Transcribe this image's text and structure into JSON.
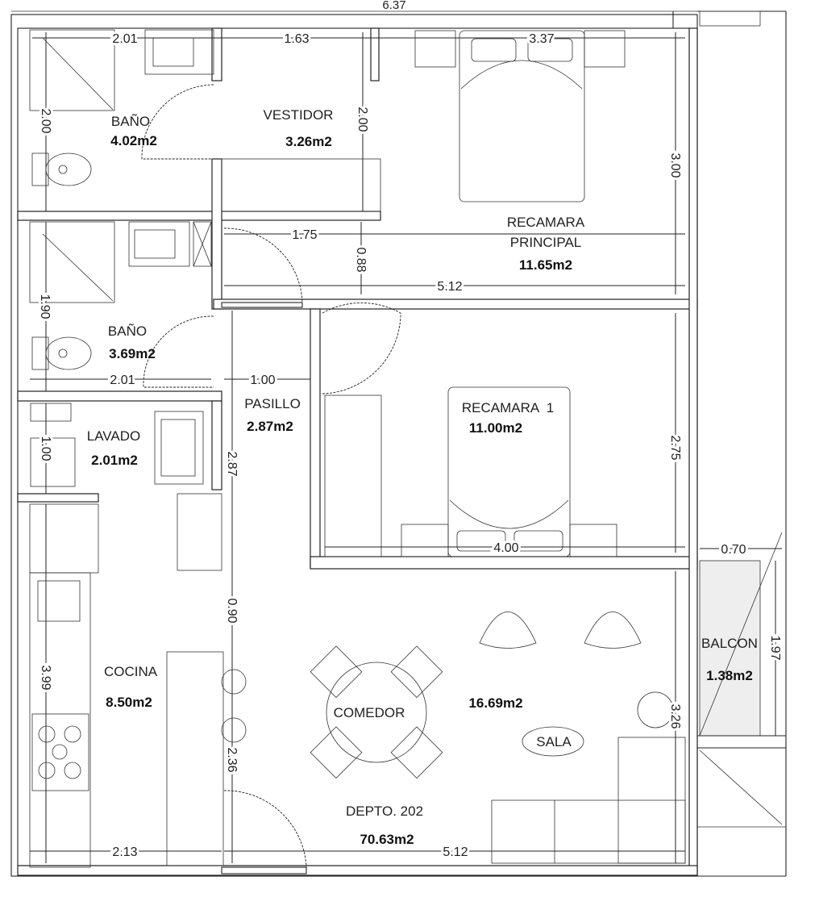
{
  "plan": {
    "overall_width": "6.37",
    "unit": {
      "name": "DEPTO. 202",
      "area": "70.63m2"
    },
    "rooms": {
      "bano1": {
        "name": "BAÑO",
        "area": "4.02m2"
      },
      "vestidor": {
        "name": "VESTIDOR",
        "area": "3.26m2"
      },
      "recamara_principal": {
        "name_line1": "RECAMARA",
        "name_line2": "PRINCIPAL",
        "area": "11.65m2"
      },
      "bano2": {
        "name": "BAÑO",
        "area": "3.69m2"
      },
      "pasillo": {
        "name": "PASILLO",
        "area": "2.87m2"
      },
      "recamara1": {
        "name": "RECAMARA  1",
        "area": "11.00m2"
      },
      "lavado": {
        "name": "LAVADO",
        "area": "2.01m2"
      },
      "cocina": {
        "name": "COCINA",
        "area": "8.50m2"
      },
      "comedor": {
        "name": "COMEDOR"
      },
      "sala": {
        "name": "SALA",
        "area": "16.69m2"
      },
      "balcon": {
        "name": "BALCON",
        "area": "1.38m2"
      }
    },
    "dimensions": {
      "bano1_width": "2.01",
      "vestidor_width": "1.63",
      "rp_top_width": "3.37",
      "bano1_height": "2.00",
      "vestidor_height": "2.00",
      "rp_height": "3.00",
      "hall_width": "1.75",
      "hall_height": "0.88",
      "rp_width": "5.12",
      "bano2_height": "1.90",
      "bano2_width": "2.01",
      "pasillo_width": "1.00",
      "pasillo_length": "2.87",
      "lavado_height": "1.00",
      "r1_height": "2.75",
      "r1_width": "4.00",
      "balcon_width": "0.70",
      "kitchen_gap": "0.90",
      "balcon_height": "1.97",
      "cocina_height": "3.99",
      "sala_height": "3.26",
      "bar_length": "2.36",
      "cocina_width": "2.13",
      "sala_width": "5.12"
    }
  }
}
